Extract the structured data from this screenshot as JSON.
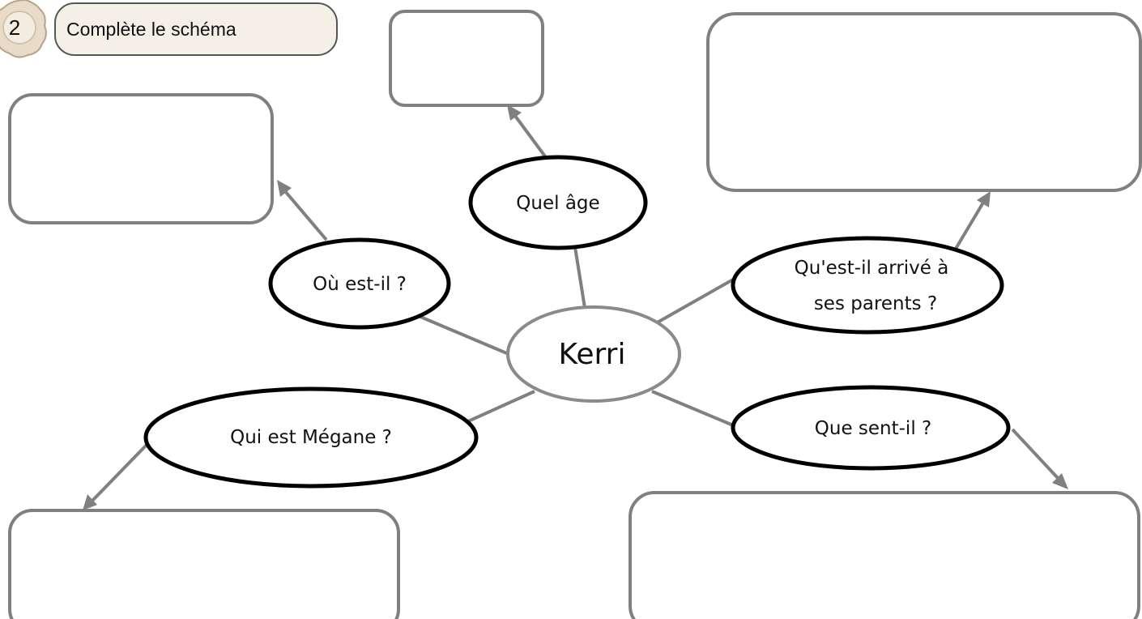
{
  "exercise": {
    "number": "2",
    "instruction": "Complète le schéma"
  },
  "center": {
    "label": "Kerri"
  },
  "questions": {
    "age": "Quel âge",
    "where": "Où est-il ?",
    "parents_line1": "Qu'est-il arrivé à",
    "parents_line2": "ses parents ?",
    "megane": "Qui est Mégane ?",
    "feels": "Que sent-il ?"
  },
  "answer_boxes": {
    "age": "",
    "where": "",
    "parents": "",
    "megane": "",
    "feels": ""
  }
}
